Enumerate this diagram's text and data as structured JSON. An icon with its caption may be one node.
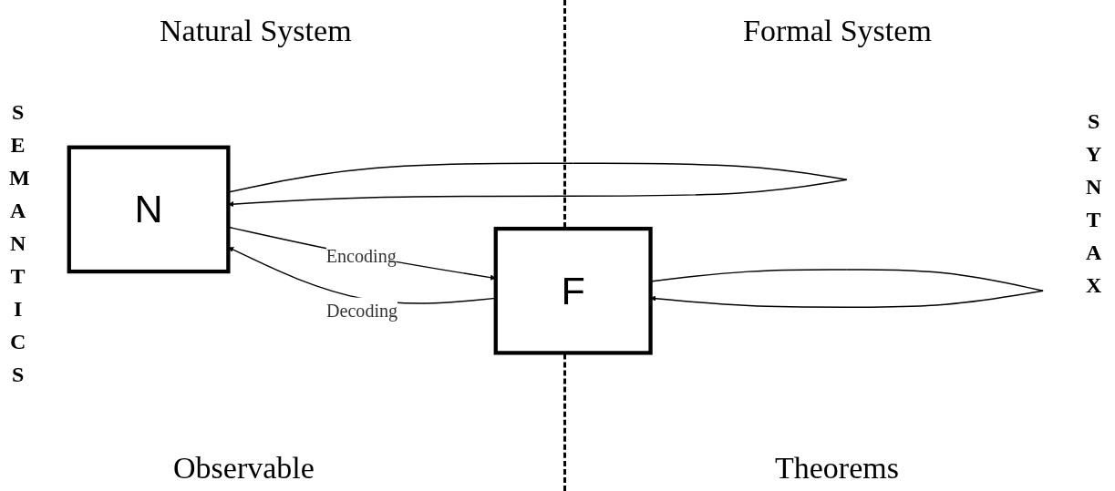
{
  "diagram": {
    "nodes": [
      {
        "text": [
          "N"
        ]
      },
      {
        "text": [
          "F"
        ]
      }
    ],
    "edges": [
      {
        "from": 0,
        "to": 1,
        "arrow": "to",
        "label": "Encoding"
      },
      {
        "from": 1,
        "to": 0,
        "arrow": "to",
        "label": "Decoding"
      },
      {
        "from": 0,
        "to": 0,
        "arrow": "to"
      },
      {
        "from": 1,
        "to": 1,
        "arrow": "to"
      }
    ],
    "labels": [
      "Natural System",
      "Formal System",
      "SEMANTICS",
      "SYNTAX",
      "Observable",
      "Theorems"
    ]
  }
}
